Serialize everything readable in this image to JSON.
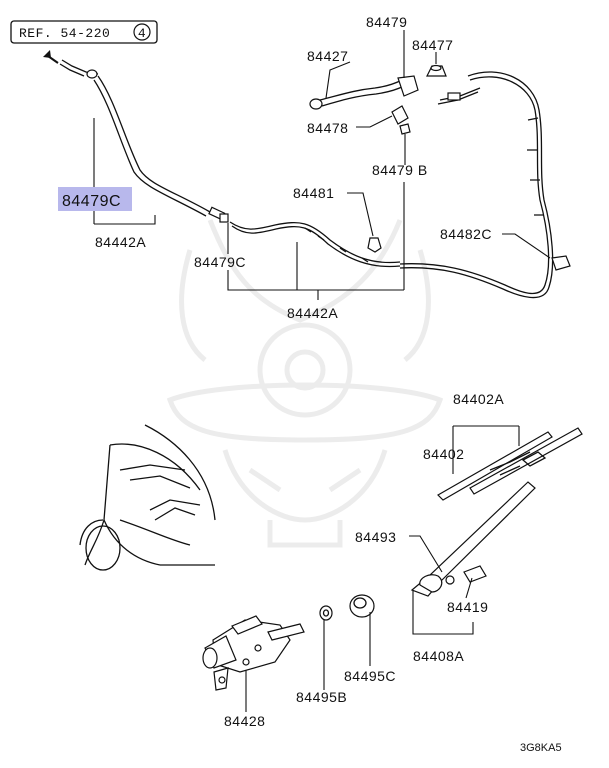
{
  "reference": {
    "text": "REF. 54-220",
    "circled": "4"
  },
  "highlight_color": "#b8b8ec",
  "labels": {
    "l84479": "84479",
    "l84427": "84427",
    "l84477": "84477",
    "l84478": "84478",
    "l84479b": "84479 B",
    "l84479c_hl": "84479C",
    "l84481": "84481",
    "l84442a_top": "84442A",
    "l84482c": "84482C",
    "l84479c": "84479C",
    "l84442a_mid": "84442A",
    "l84402a": "84402A",
    "l84402": "84402",
    "l84493": "84493",
    "l84419": "84419",
    "l84408a": "84408A",
    "l84495c": "84495C",
    "l84495b": "84495B",
    "l84428": "84428"
  },
  "figure_code": "3G8KA5"
}
